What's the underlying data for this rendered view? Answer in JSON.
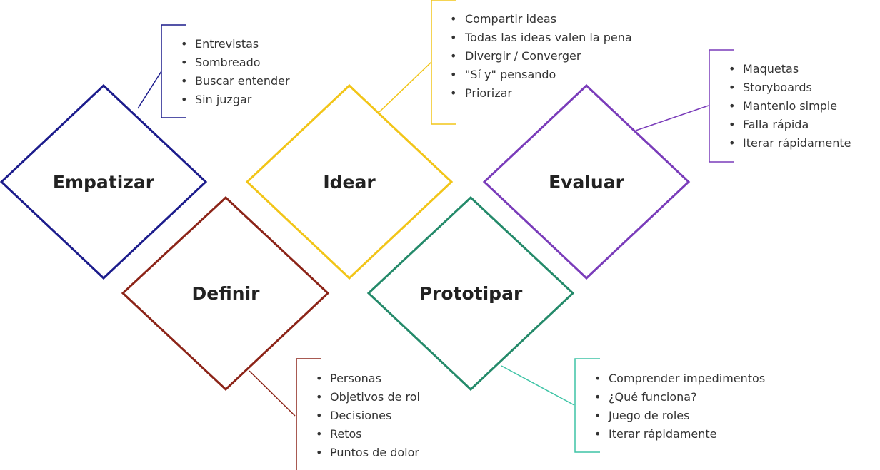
{
  "stages": [
    {
      "key": "empatizar",
      "label": "Empatizar",
      "color": "#1c1c8c",
      "items": [
        "Entrevistas",
        "Sombreado",
        "Buscar entender",
        "Sin juzgar"
      ]
    },
    {
      "key": "definir",
      "label": "Definir",
      "color": "#8c2418",
      "items": [
        "Personas",
        "Objetivos de rol",
        "Decisiones",
        "Retos",
        "Puntos de dolor"
      ]
    },
    {
      "key": "idear",
      "label": "Idear",
      "color": "#f2c518",
      "items": [
        "Compartir ideas",
        "Todas las ideas valen la pena",
        "Divergir / Converger",
        "\"Sí y\" pensando",
        "Priorizar"
      ]
    },
    {
      "key": "prototipar",
      "label": "Prototipar",
      "color": "#248a6a",
      "bracket_color": "#3ec4a6",
      "items": [
        "Comprender impedimentos",
        "¿Qué funciona?",
        "Juego de roles",
        "Iterar rápidamente"
      ]
    },
    {
      "key": "evaluar",
      "label": "Evaluar",
      "color": "#7a3cba",
      "items": [
        "Maquetas",
        "Storyboards",
        "Mantenlo simple",
        "Falla rápida",
        "Iterar rápidamente"
      ]
    }
  ]
}
